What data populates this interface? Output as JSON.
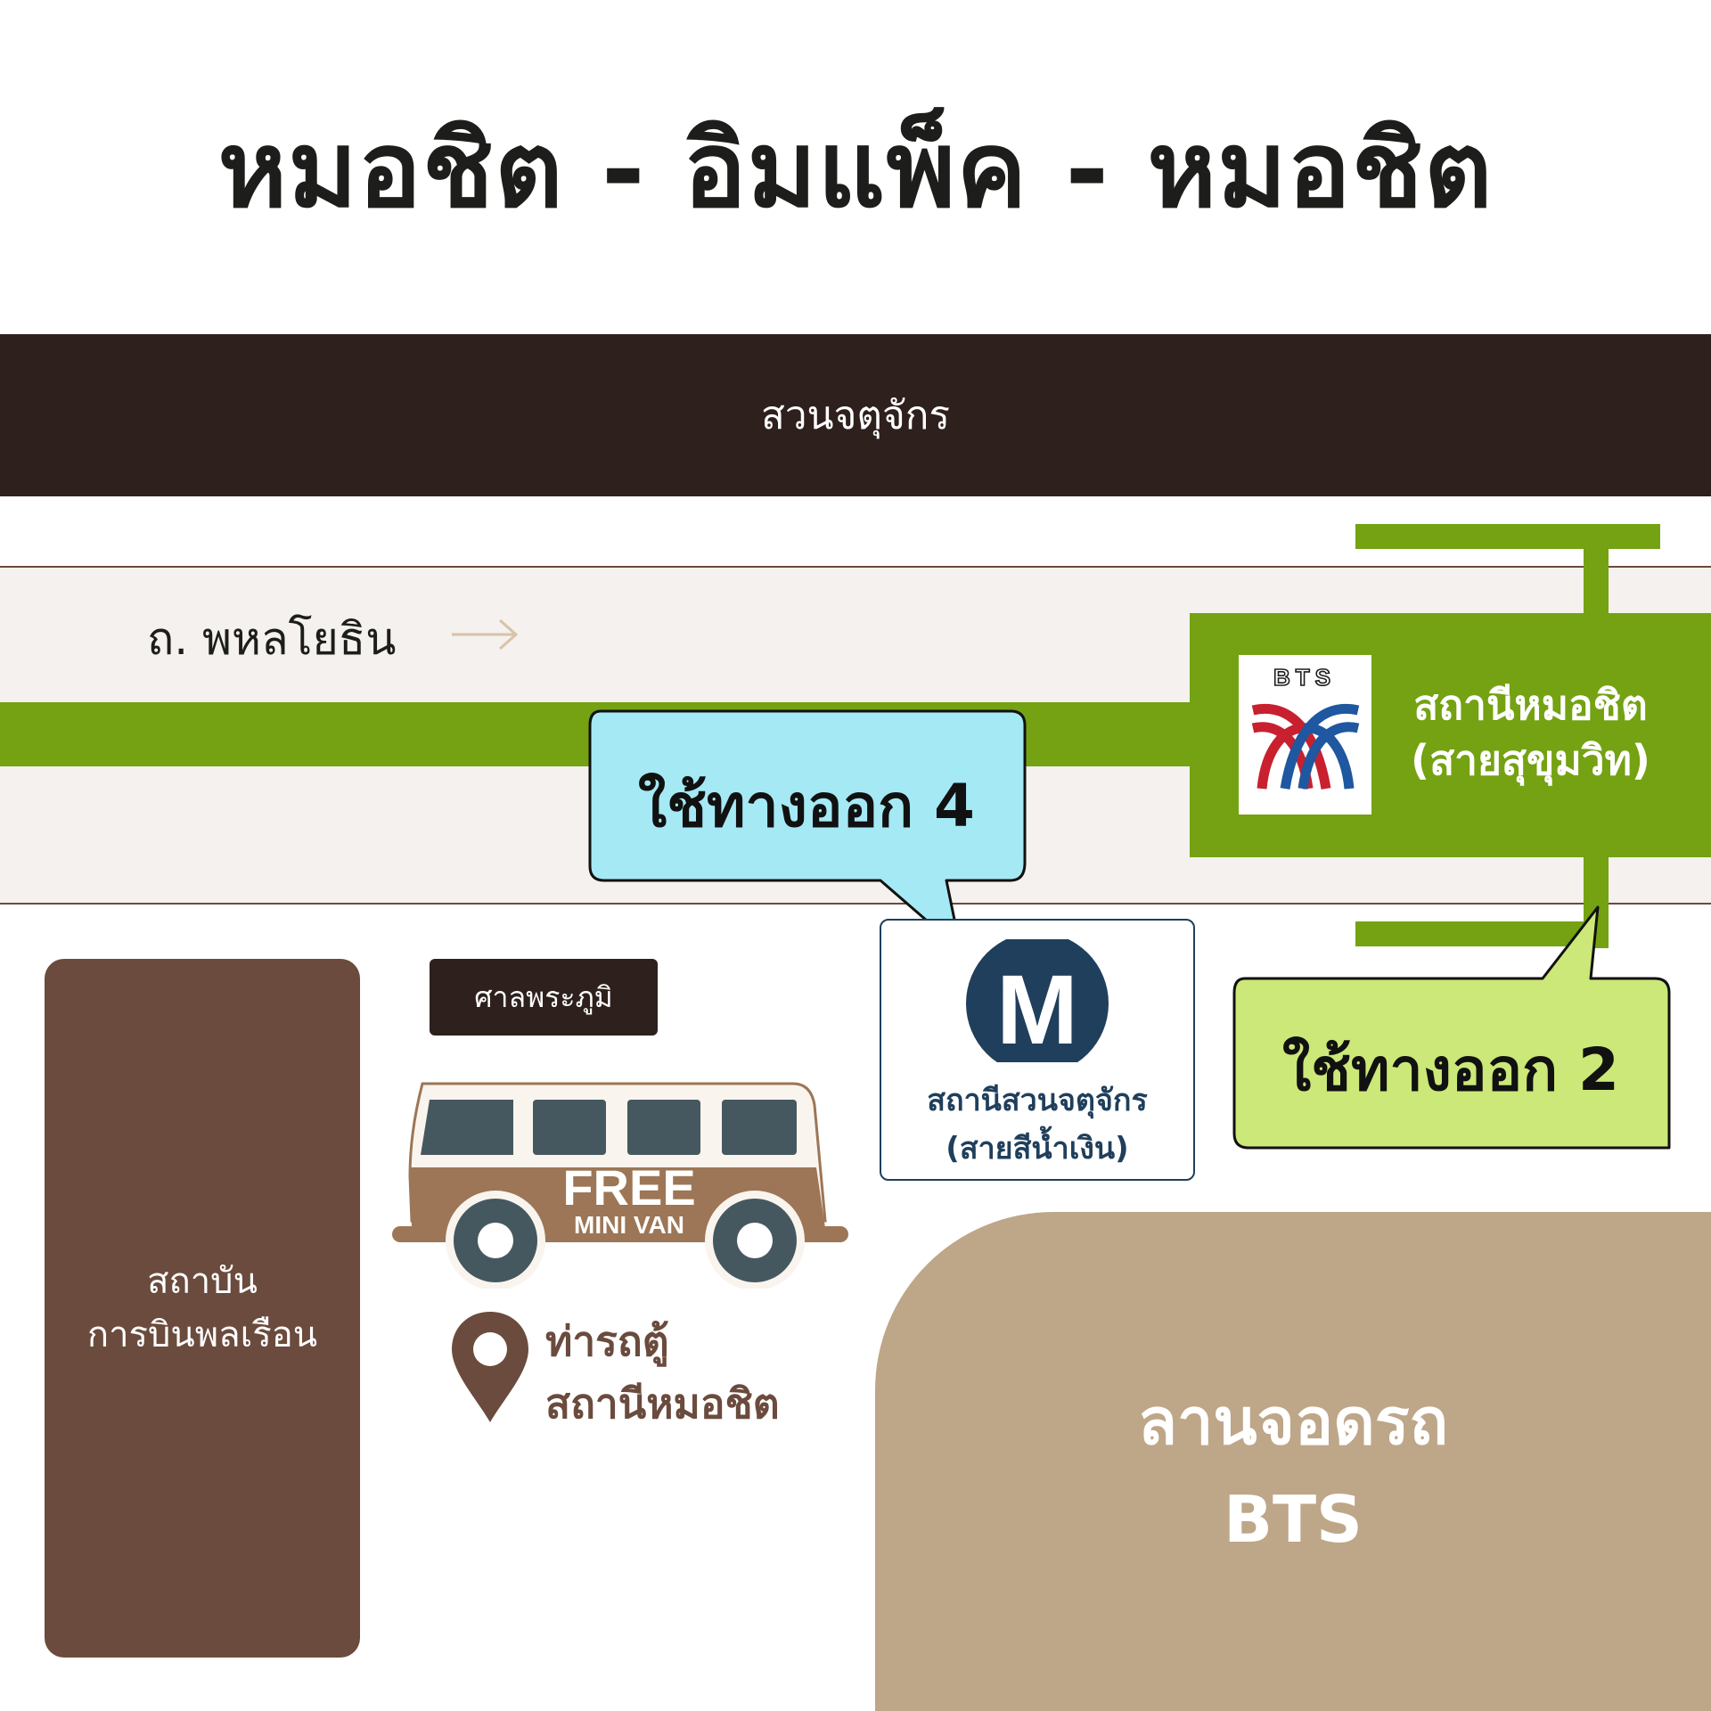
{
  "title": "หมอชิต - อิมแพ็ค - หมอชิต",
  "park_label": "สวนจตุจักร",
  "road": {
    "name": "ถ. พหลโยธิน"
  },
  "bts_station": {
    "logo_text": "BTS",
    "name_line1": "สถานีหมอชิต",
    "name_line2": "(สายสุขุมวิท)"
  },
  "exit_4_label": "ใช้ทางออก 4",
  "exit_2_label": "ใช้ทางออก 2",
  "mrt_station": {
    "logo_letter": "M",
    "name_line1": "สถานีสวนจตุจักร",
    "name_line2": "(สายสีน้ำเงิน)"
  },
  "institute": {
    "line1": "สถาบัน",
    "line2": "การบินพลเรือน"
  },
  "shrine_label": "ศาลพระภูมิ",
  "van": {
    "line1": "FREE",
    "line2": "MINI VAN"
  },
  "van_stop": {
    "line1": "ท่ารถตู้",
    "line2": "สถานีหมอชิต"
  },
  "parking": {
    "line1": "ลานจอดรถ",
    "line2": "BTS"
  },
  "colors": {
    "dark_brown": "#2e201d",
    "brown": "#6a4b3d",
    "bts_green": "#74a212",
    "light_green": "#cbe878",
    "light_blue": "#a5e9f5",
    "mrt_navy": "#1f3f5c",
    "tan": "#bea688",
    "van_brown": "#9c7656",
    "road_bg": "#f4f1ee"
  }
}
